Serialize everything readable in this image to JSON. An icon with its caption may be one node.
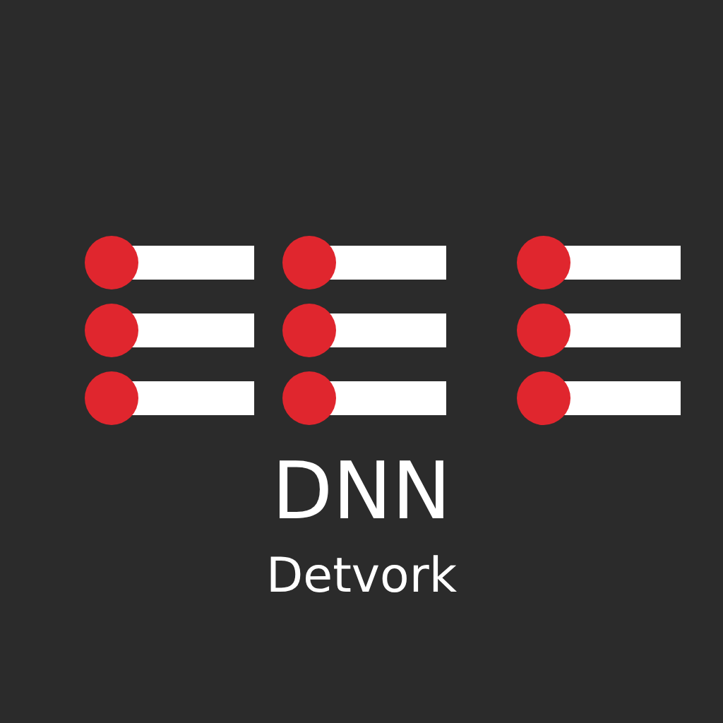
{
  "diagram": {
    "nodes": [
      {
        "text": [],
        "shape": "bar"
      },
      {
        "text": [],
        "shape": "bar"
      },
      {
        "text": [],
        "shape": "bar"
      },
      {
        "text": [],
        "shape": "bar"
      },
      {
        "text": [],
        "shape": "bar"
      },
      {
        "text": [],
        "shape": "bar"
      },
      {
        "text": [],
        "shape": "bar"
      },
      {
        "text": [],
        "shape": "bar"
      },
      {
        "text": [],
        "shape": "bar"
      }
    ],
    "labels": [
      "DNN",
      "Detvork"
    ]
  }
}
